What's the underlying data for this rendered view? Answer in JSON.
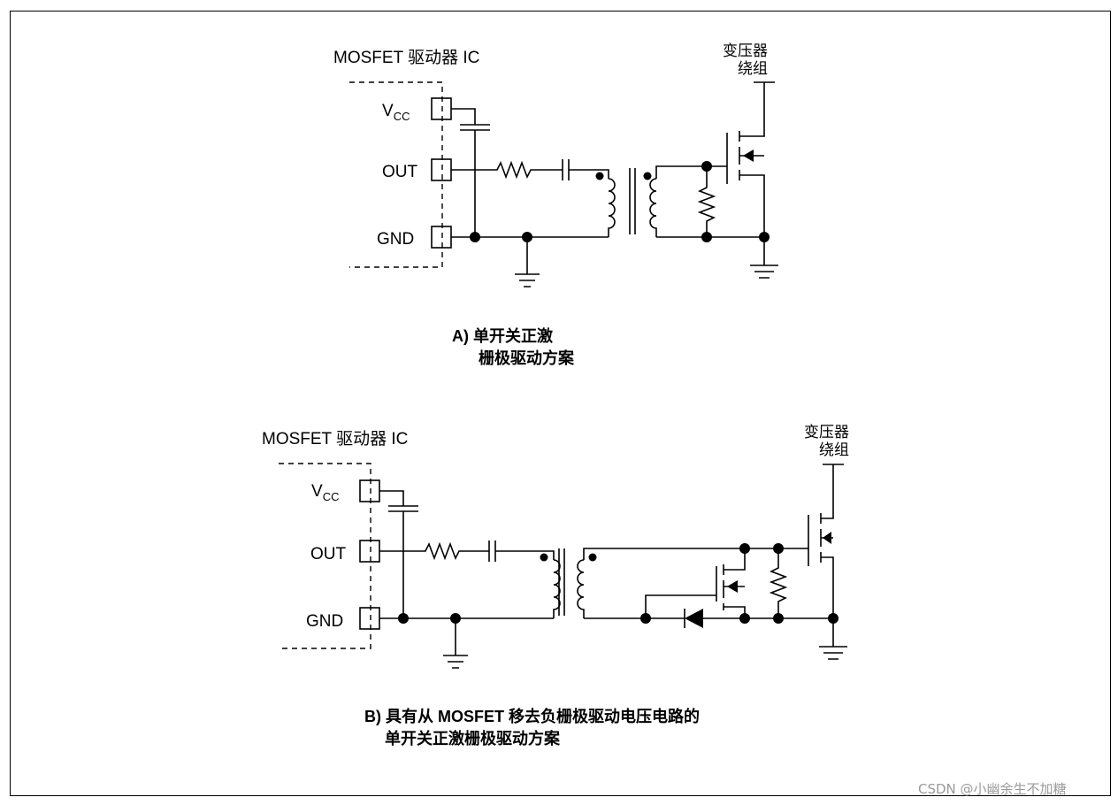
{
  "diagram_a": {
    "ic_label": "MOSFET 驱动器 IC",
    "pin_vcc": "V",
    "pin_vcc_sub": "CC",
    "pin_out": "OUT",
    "pin_gnd": "GND",
    "transformer_label_line1": "变压器",
    "transformer_label_line2": "绕组",
    "caption_line1": "A) 单开关正激",
    "caption_line2": "栅极驱动方案"
  },
  "diagram_b": {
    "ic_label": "MOSFET 驱动器 IC",
    "pin_vcc": "V",
    "pin_vcc_sub": "CC",
    "pin_out": "OUT",
    "pin_gnd": "GND",
    "transformer_label_line1": "变压器",
    "transformer_label_line2": "绕组",
    "caption_line1": "B) 具有从 MOSFET 移去负栅极驱动电压电路的",
    "caption_line2": "单开关正激栅极驱动方案"
  },
  "watermark": "CSDN @小幽余生不加糖"
}
